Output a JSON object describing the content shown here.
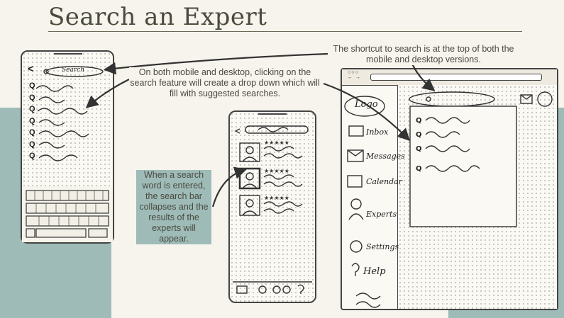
{
  "title": "Search an Expert",
  "notes": {
    "shortcut": "The shortcut to search is at the top of both the mobile and desktop versions.",
    "dropdown": "On both mobile and desktop, clicking on the search feature will create a drop down which will fill with suggested searches.",
    "results": "When a search word is entered, the search bar collapses and the results of the experts will appear."
  },
  "mobile_search": {
    "back": "<",
    "search_text": "Search"
  },
  "desktop": {
    "logo": "Logo",
    "nav": [
      "Inbox",
      "Messages",
      "Calendar",
      "Experts",
      "Settings",
      "Help"
    ]
  }
}
